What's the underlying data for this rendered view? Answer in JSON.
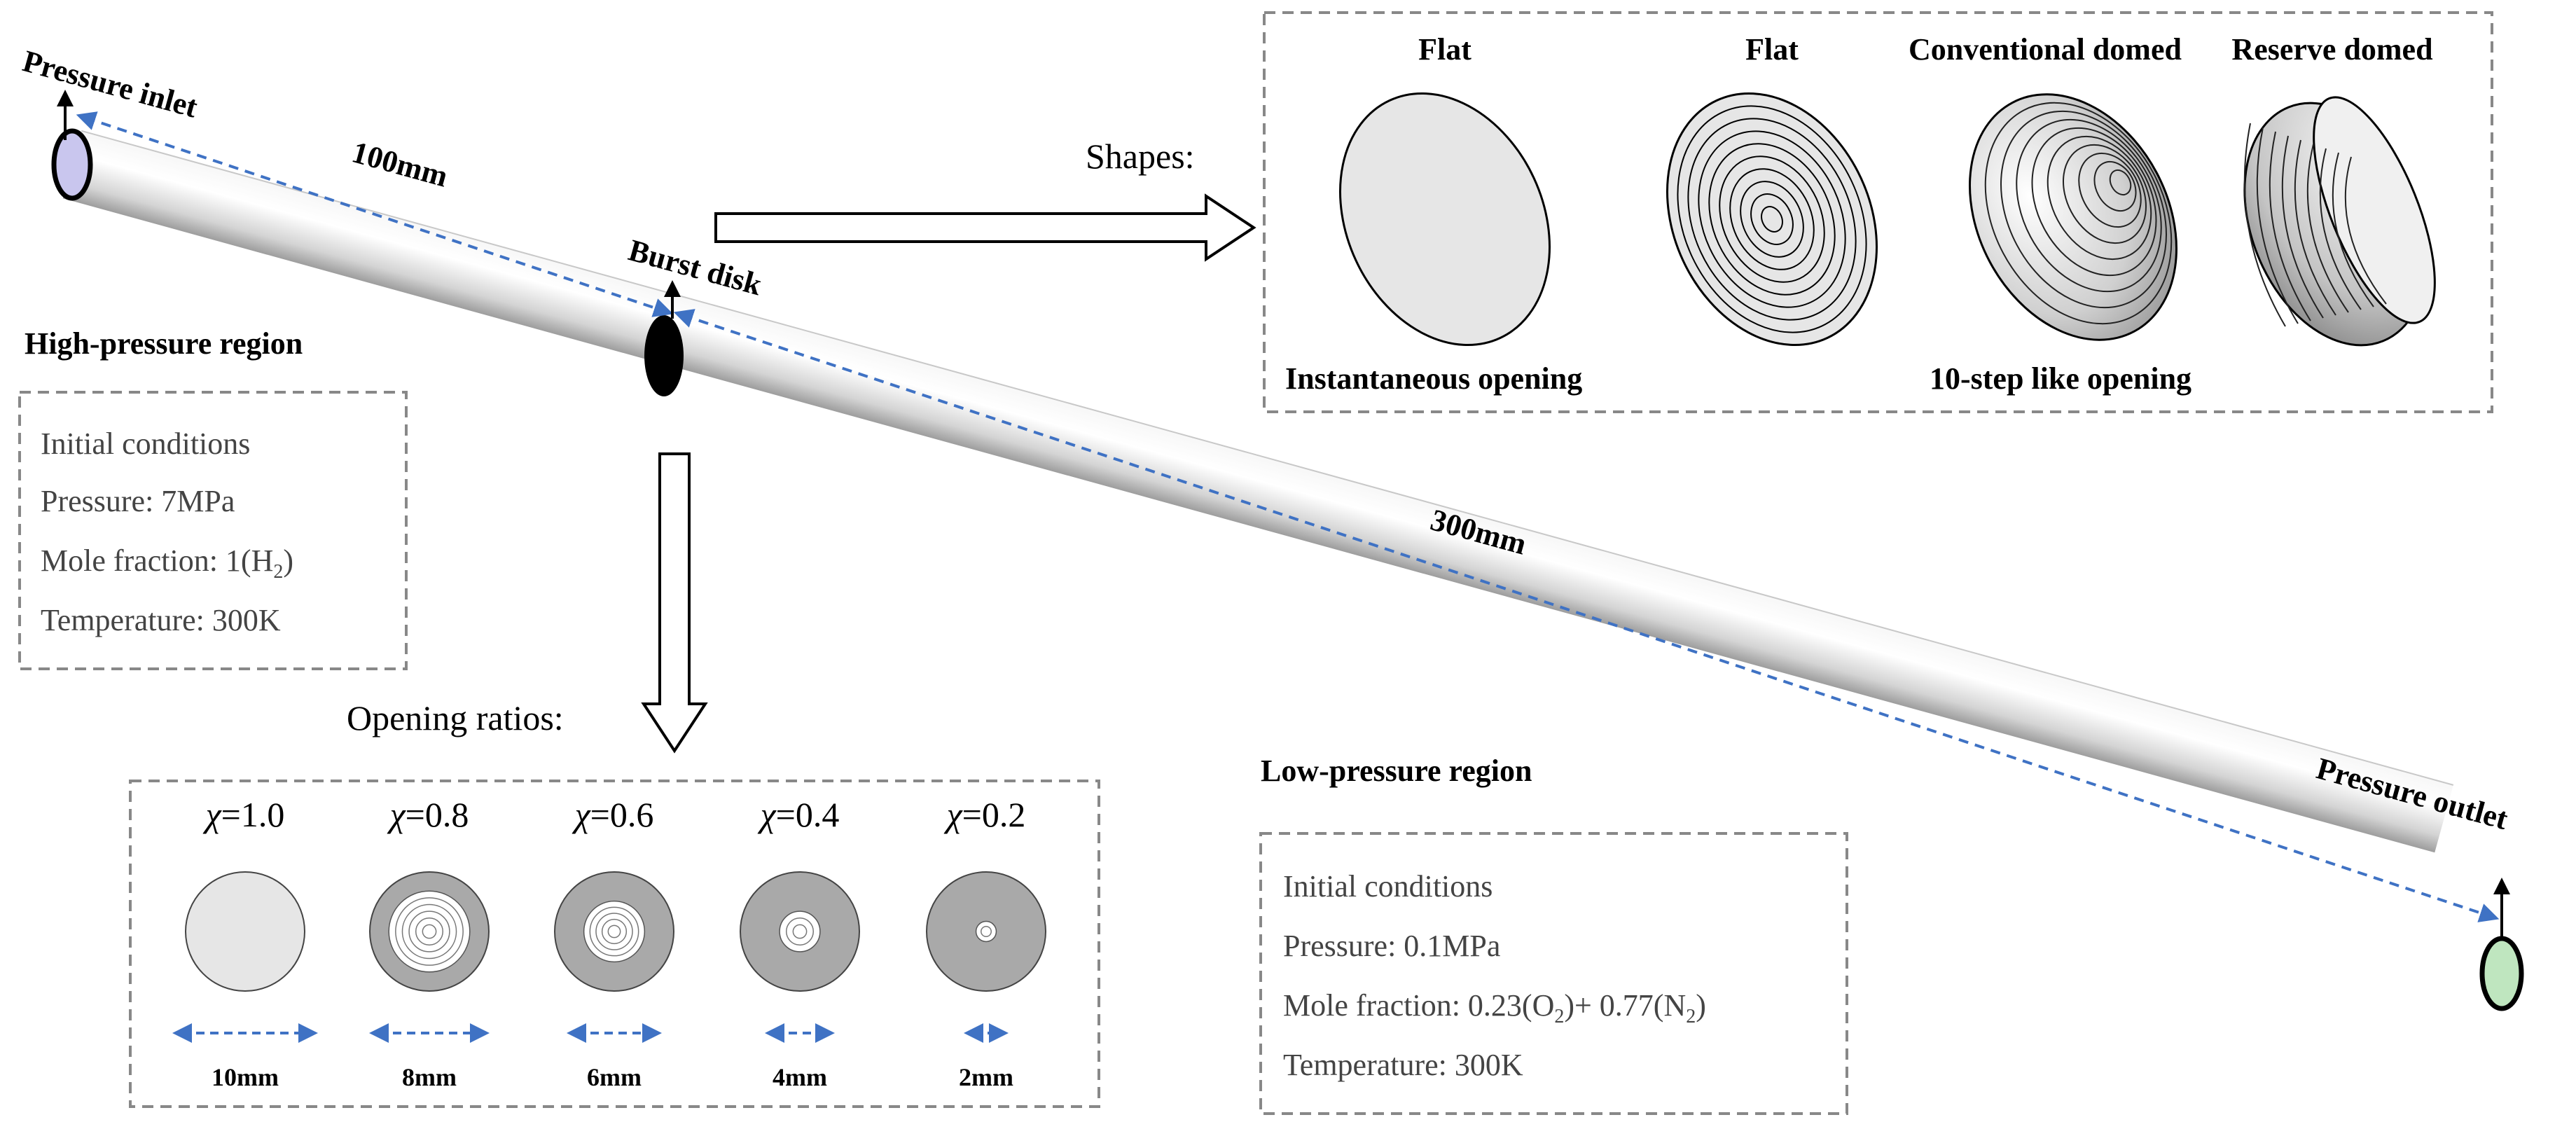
{
  "labels": {
    "pressure_inlet": "Pressure inlet",
    "pressure_outlet": "Pressure outlet",
    "burst_disk": "Burst disk",
    "dist_100": "100mm",
    "dist_300": "300mm",
    "shapes": "Shapes:",
    "opening_ratios": "Opening ratios:"
  },
  "high_pressure": {
    "title": "High-pressure region",
    "lines": [
      "Initial conditions",
      "Pressure: 7MPa",
      "Mole fraction: 1(H",
      "2",
      ")",
      "Temperature: 300K"
    ]
  },
  "low_pressure": {
    "title": "Low-pressure region",
    "l1": "Initial conditions",
    "l2": "Pressure: 0.1MPa",
    "mf_a": "Mole fraction: 0.23(O",
    "mf_sub1": "2",
    "mf_b": ")+ 0.77(N",
    "mf_sub2": "2",
    "mf_c": ")",
    "l4": "Temperature: 300K"
  },
  "hp_text": {
    "l1": "Initial conditions",
    "l2": "Pressure: 7MPa",
    "mf_a": "Mole fraction: 1(H",
    "mf_sub": "2",
    "mf_b": ")",
    "l4": "Temperature: 300K"
  },
  "shapes_box": {
    "headers": [
      "Flat",
      "Flat",
      "Conventional domed",
      "Reserve domed"
    ],
    "instantaneous": "Instantaneous opening",
    "step": "10-step like opening"
  },
  "ratios": [
    {
      "chi": "χ",
      "eq": "=1.0",
      "size": "10mm",
      "ratio": 1.0
    },
    {
      "chi": "χ",
      "eq": "=0.8",
      "size": "8mm",
      "ratio": 0.8
    },
    {
      "chi": "χ",
      "eq": "=0.6",
      "size": "6mm",
      "ratio": 0.6
    },
    {
      "chi": "χ",
      "eq": "=0.4",
      "size": "4mm",
      "ratio": 0.4
    },
    {
      "chi": "χ",
      "eq": "=0.2",
      "size": "2mm",
      "ratio": 0.2
    }
  ],
  "colors": {
    "inlet_fill": "#c9c6ee",
    "outlet_fill": "#bfe6bf",
    "dash_blue": "#3f72c4",
    "disk_light": "#e6e6e6",
    "disk_dark": "#a9a9a9",
    "box_border": "#888888"
  }
}
